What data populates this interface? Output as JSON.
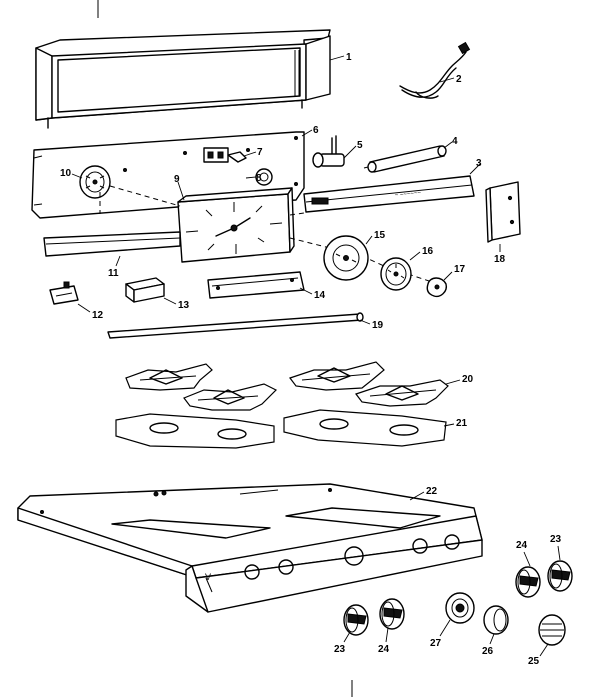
{
  "diagram": {
    "part_numbers": [
      {
        "id": "p1",
        "label": "1"
      },
      {
        "id": "p2",
        "label": "2"
      },
      {
        "id": "p3",
        "label": "3"
      },
      {
        "id": "p4",
        "label": "4"
      },
      {
        "id": "p5",
        "label": "5"
      },
      {
        "id": "p6",
        "label": "6"
      },
      {
        "id": "p7",
        "label": "7"
      },
      {
        "id": "p8",
        "label": "8"
      },
      {
        "id": "p9",
        "label": "9"
      },
      {
        "id": "p10",
        "label": "10"
      },
      {
        "id": "p11",
        "label": "11"
      },
      {
        "id": "p12",
        "label": "12"
      },
      {
        "id": "p13",
        "label": "13"
      },
      {
        "id": "p14",
        "label": "14"
      },
      {
        "id": "p15",
        "label": "15"
      },
      {
        "id": "p16",
        "label": "16"
      },
      {
        "id": "p17",
        "label": "17"
      },
      {
        "id": "p18",
        "label": "18"
      },
      {
        "id": "p19",
        "label": "19"
      },
      {
        "id": "p20",
        "label": "20"
      },
      {
        "id": "p21",
        "label": "21"
      },
      {
        "id": "p22",
        "label": "22"
      },
      {
        "id": "p23a",
        "label": "23"
      },
      {
        "id": "p24a",
        "label": "24"
      },
      {
        "id": "p23b",
        "label": "23"
      },
      {
        "id": "p24b",
        "label": "24"
      },
      {
        "id": "p27",
        "label": "27"
      },
      {
        "id": "p26",
        "label": "26"
      },
      {
        "id": "p25",
        "label": "25"
      }
    ]
  }
}
